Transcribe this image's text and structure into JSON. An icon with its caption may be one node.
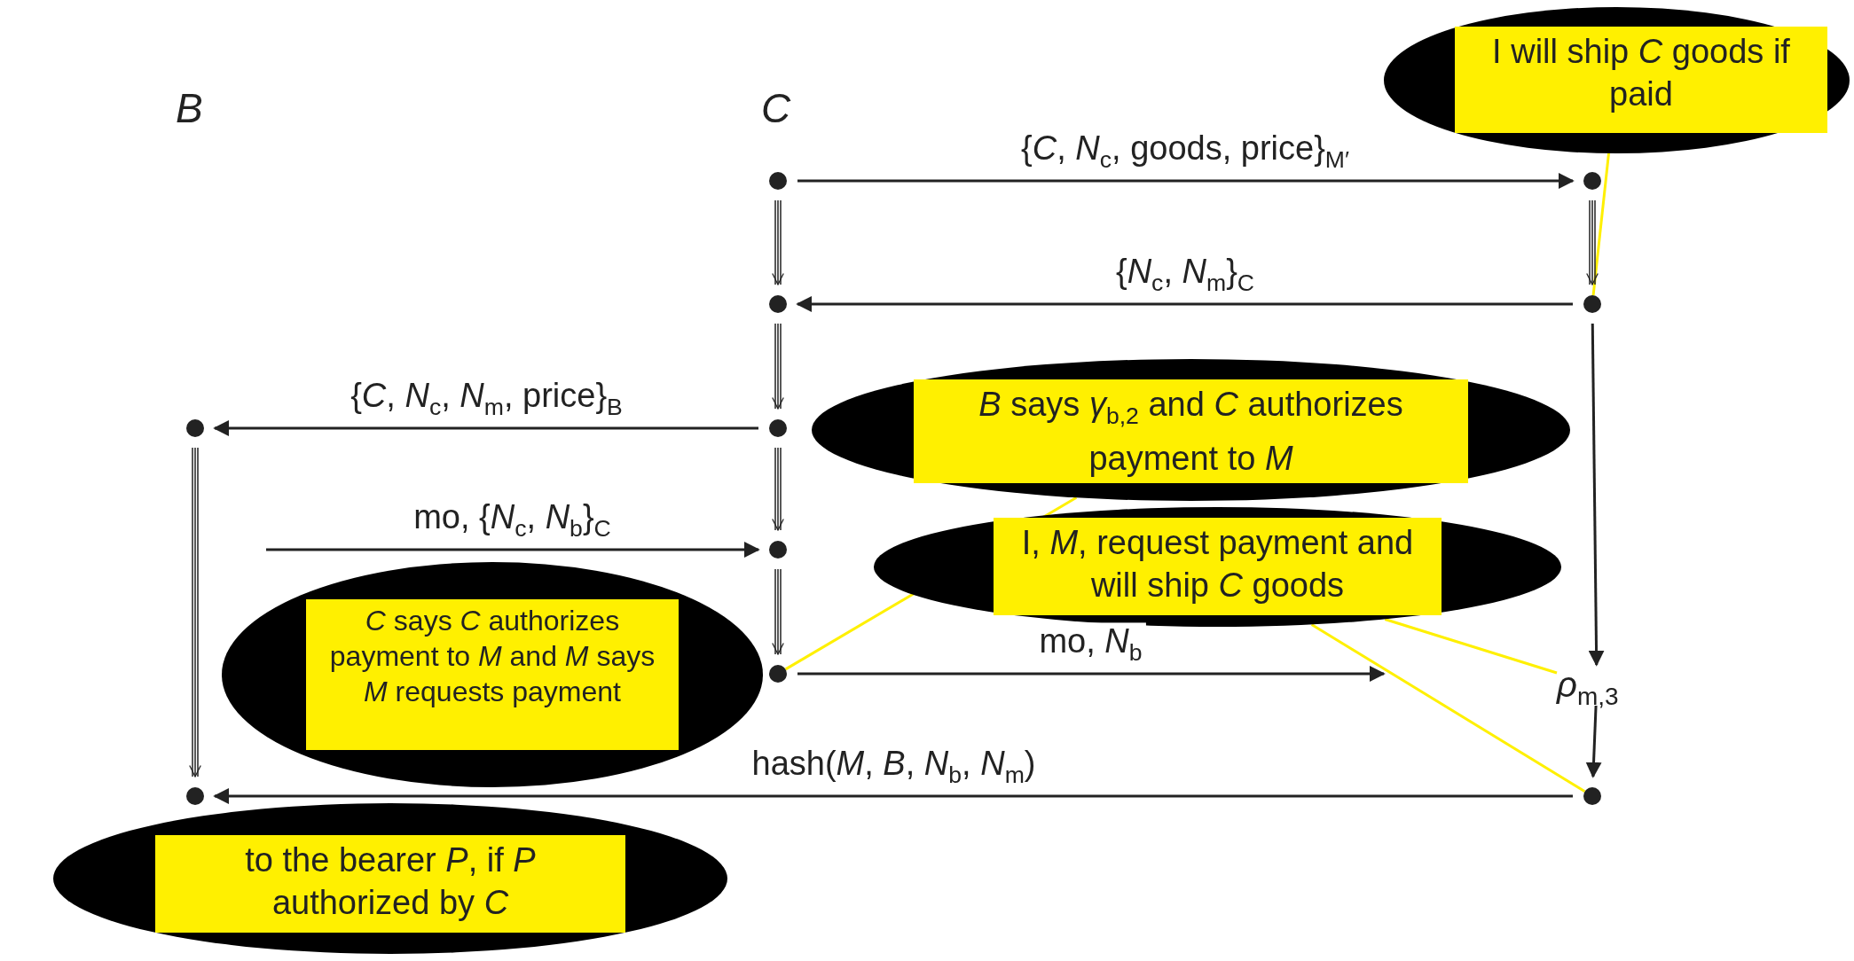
{
  "diagram": {
    "nodes": [
      {
        "text": [],
        "shape": "circle"
      },
      {
        "text": [],
        "shape": "circle"
      },
      {
        "text": [],
        "shape": "circle"
      },
      {
        "text": [],
        "shape": "circle"
      },
      {
        "text": [],
        "shape": "circle"
      },
      {
        "text": [],
        "shape": "circle"
      },
      {
        "text": [],
        "shape": "circle"
      },
      {
        "text": [],
        "shape": "circle"
      },
      {
        "text": [
          "*ρ*$_{m,3}$"
        ]
      },
      {
        "text": [],
        "shape": "circle"
      },
      {
        "text": [],
        "shape": "circle"
      },
      {
        "text": [
          "I will ship *C* goods if paid"
        ]
      },
      {
        "text": [
          "*B* says *γ*$_{b,2}$ and *C* authorizes payment to *M*"
        ]
      },
      {
        "text": [
          "I, *M*, request payment and will ship *C* goods"
        ]
      },
      {
        "text": [
          "*C* says *C* authorizes payment to *M* and *M* says *M* requests payment"
        ]
      },
      {
        "text": [
          "to the bearer *P*, if *P* authorized by *C*"
        ]
      }
    ],
    "edges": [
      {
        "from": 0,
        "to": 1,
        "arrow": "to",
        "label": "{*C*,  *N*$_{c}$,  goods,  price}$_{M′}$"
      },
      {
        "from": 3,
        "to": 2,
        "arrow": "to",
        "label": "{*N*$_{c}$,  *N*$_{m}$}$_{C}$"
      },
      {
        "from": 5,
        "to": 4,
        "arrow": "to",
        "label": "{*C*,  *N*$_{c}$,  *N*$_{m}$,  price}$_{B}$"
      },
      {
        "from": null,
        "to": 6,
        "arrow": "to",
        "label": "mo,  {*N*$_{c}$,  *N*$_{b}$}$_{C}$"
      },
      {
        "from": 7,
        "to": null,
        "arrow": "to",
        "label": "mo,  *N*$_{b}$"
      },
      {
        "from": 9,
        "to": 10,
        "arrow": "to",
        "label": "hash(*M*,  *B*,  *N*$_{b}$,  *N*$_{m}$)"
      },
      {
        "from": 0,
        "to": 2,
        "arrow": "to"
      },
      {
        "from": 2,
        "to": 5,
        "arrow": "to"
      },
      {
        "from": 5,
        "to": 6,
        "arrow": "to"
      },
      {
        "from": 6,
        "to": 7,
        "arrow": "to"
      },
      {
        "from": 1,
        "to": 3,
        "arrow": "to"
      },
      {
        "from": 3,
        "to": 8,
        "arrow": "to"
      },
      {
        "from": 8,
        "to": 9,
        "arrow": "to"
      },
      {
        "from": 4,
        "to": 10,
        "arrow": "to"
      },
      {
        "from": 11,
        "to": 3,
        "arrow": "none",
        "color": "#fff000"
      },
      {
        "from": 12,
        "to": 7,
        "arrow": "none",
        "color": "#fff000"
      },
      {
        "from": 13,
        "to": 8,
        "arrow": "none",
        "color": "#fff000"
      },
      {
        "from": 13,
        "to": 9,
        "arrow": "none",
        "color": "#fff000"
      }
    ],
    "labels": [
      "*B*",
      "*C*"
    ]
  }
}
